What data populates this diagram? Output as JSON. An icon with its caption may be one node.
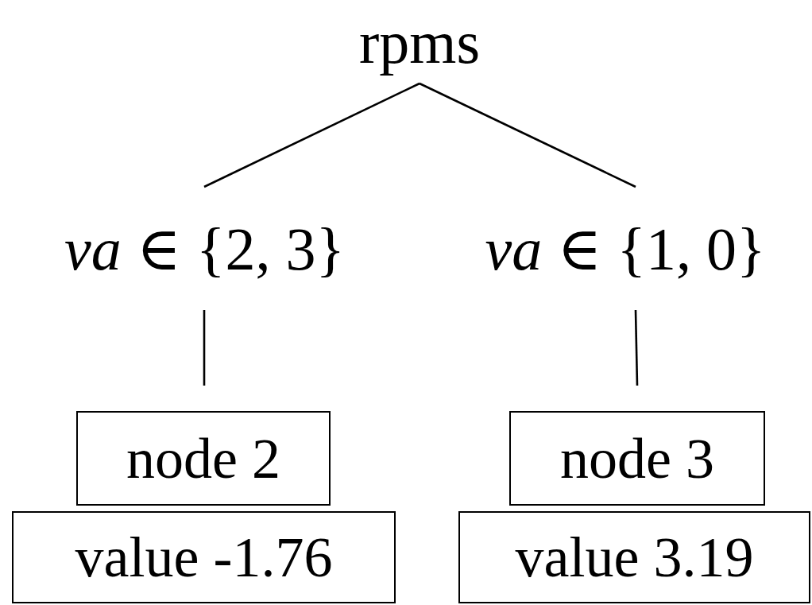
{
  "diagram": {
    "nodes": [
      {
        "text": [
          "rpms"
        ]
      },
      {
        "text": [
          "*va* ∈ {2, 3}"
        ]
      },
      {
        "text": [
          "*va* ∈ {1, 0}"
        ]
      },
      {
        "text": [
          "node 2"
        ]
      },
      {
        "text": [
          "value -1.76"
        ]
      },
      {
        "text": [
          "node 3"
        ]
      },
      {
        "text": [
          "value 3.19"
        ]
      }
    ],
    "edges": [
      {
        "from": 0,
        "to": 1,
        "arrow": "none"
      },
      {
        "from": 0,
        "to": 2,
        "arrow": "none"
      },
      {
        "from": 1,
        "to": 3,
        "arrow": "none"
      },
      {
        "from": 2,
        "to": 5,
        "arrow": "none"
      }
    ]
  }
}
